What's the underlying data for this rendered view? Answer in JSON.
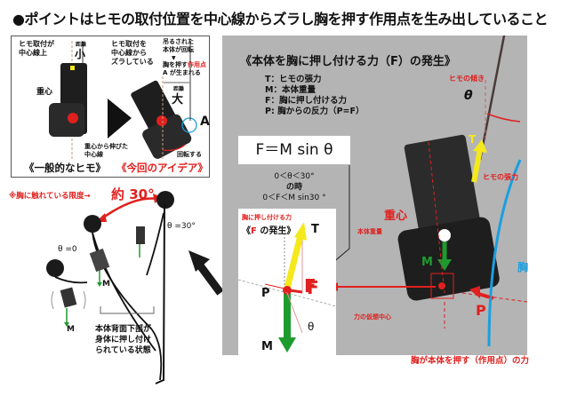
{
  "header": {
    "title": "●ポイントはヒモの取付位置を中心線からズラし胸を押す作用点を生み出していること"
  },
  "comparison_panel": {
    "left_labels": {
      "strap_on_centerline": "ヒモ取付が\n中心線上",
      "distance_label": "距離",
      "distance_small": "小",
      "center_of_gravity": "重心",
      "centerline_from_cog": "重心から伸びた\n中心線",
      "caption": "《一般的なヒモ》"
    },
    "right_labels": {
      "strap_offset": "ヒモ取付を\n中心線から\nズラしている",
      "suspended_rotates": "吊るされた\n本体が回転",
      "down_arrow": "▼",
      "creates_point_prefix": "胸を押す",
      "creates_point_highlight": "作用点",
      "creates_point_suffix": "A が生まれる",
      "distance_label": "距離",
      "distance_large": "大",
      "point_a": "A",
      "rotates": "回転する",
      "caption": "《今回のアイデア》"
    }
  },
  "swing_diagram": {
    "limit_label": "※胸に触れている限度→",
    "angle_label": "約 30°",
    "theta_zero": "θ =0",
    "theta_thirty": "θ =30°",
    "mass_label_1": "M",
    "mass_label_2": "M",
    "back_pressed_note": "本体背面下部が\n身体に押し付け\nられている状態"
  },
  "force_panel": {
    "heading": "《本体を胸に押し付ける力（F）の発生》",
    "legend": [
      "T：ヒモの張力",
      "M：本体重量",
      "F：胸に押し付ける力",
      "P: 胸からの反力（P=F）"
    ],
    "formula": "F＝M sin θ",
    "condition_line1": "0＜θ＜30°",
    "condition_line2": "の時",
    "condition_line3": "0＜F＜M sin30 °",
    "fbd": {
      "push_force_label": "胸に押し付ける力",
      "title_prefix": "《",
      "title_f": "F",
      "title_suffix": " の発生》",
      "t": "T",
      "p": "P",
      "f": "F",
      "theta": "θ",
      "m": "M"
    },
    "photo_labels": {
      "strap_tilt": "ヒモの傾き",
      "theta": "θ",
      "t": "T",
      "strap_tension": "ヒモの張力",
      "center_of_gravity": "重心",
      "body_weight": "本体重量",
      "m": "M",
      "chest": "胸",
      "f": "F",
      "p": "P",
      "virtual_center": "力の仮想中心",
      "chest_pushes": "胸が本体を押す（作用点）の力"
    }
  },
  "colors": {
    "red": "#e0201e",
    "yellow": "#f5e81c",
    "green": "#1e9b2f",
    "blue": "#1a9fe0",
    "panel_gray": "#b4b4b4",
    "dark": "#1a1a1a"
  }
}
